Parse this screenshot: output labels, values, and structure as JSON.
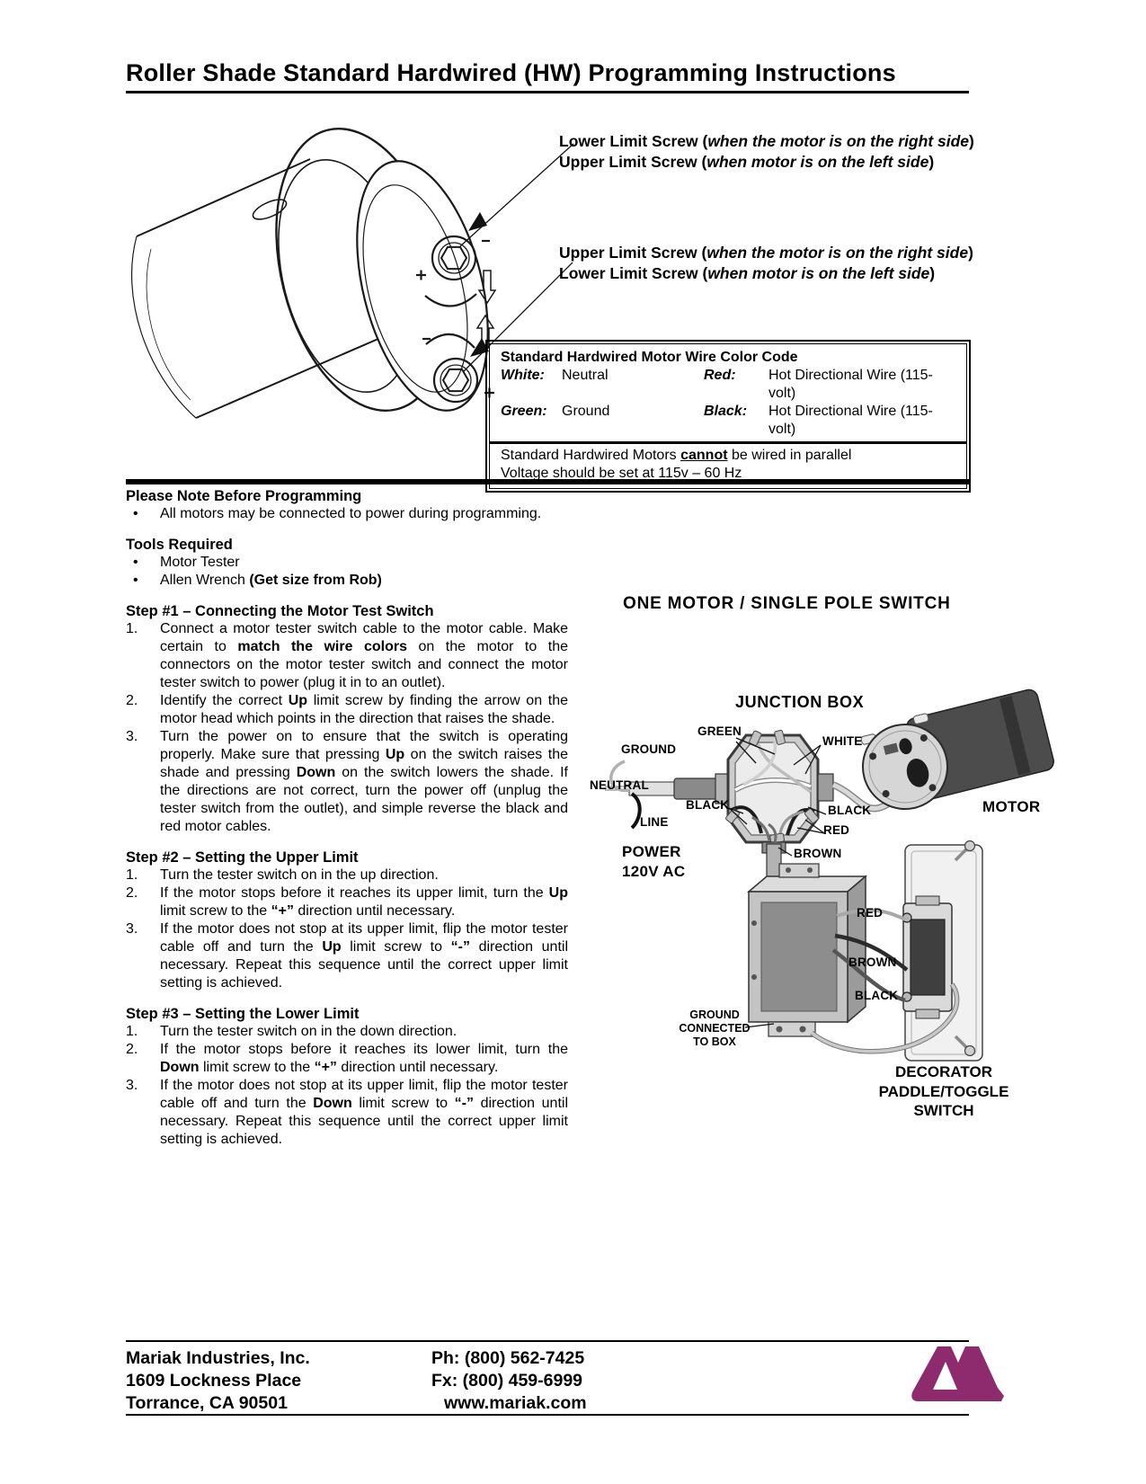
{
  "title": "Roller Shade Standard Hardwired (HW) Programming Instructions",
  "callouts": {
    "top_line1": "Lower Limit Screw (*when the motor is on the right side*)",
    "top_line2": "Upper Limit Screw (*when motor is on the left side*)",
    "bottom_line1": "Upper Limit Screw (*when the motor is on the right side*)",
    "bottom_line2": "Lower Limit Screw (*when motor is on the left side*)"
  },
  "color_code": {
    "title": "Standard Hardwired Motor Wire Color Code",
    "rows": [
      {
        "label1": "White:",
        "value1": "Neutral",
        "label2": "Red:",
        "value2": "Hot Directional Wire (115-volt)"
      },
      {
        "label1": "Green:",
        "value1": "Ground",
        "label2": "Black:",
        "value2": "Hot Directional Wire (115-volt)"
      }
    ],
    "note1": "Standard Hardwired Motors __cannot__ be wired in parallel",
    "note2": "Voltage should be set at 115v – 60 Hz"
  },
  "sections": {
    "note": {
      "heading": "Please Note Before Programming",
      "items": [
        "All motors may be connected to power during programming."
      ]
    },
    "tools": {
      "heading": "Tools Required",
      "items": [
        "Motor Tester",
        "Allen Wrench **(Get size from Rob)**"
      ]
    },
    "step1": {
      "heading": "Step #1 – Connecting the Motor Test Switch",
      "items": [
        "Connect a motor tester switch cable to the motor cable.  Make certain to **match the wire colors** on the motor to the connectors on the motor tester switch and connect the motor tester switch to power (plug it in to an outlet).",
        "Identify the correct **Up** limit screw by finding the arrow on the motor head which points in the direction that raises the shade.",
        "Turn the power on to ensure that the switch is operating properly.  Make sure that pressing **Up** on the switch raises the shade and pressing **Down** on the switch lowers the shade.  If the directions are not correct, turn the power off (unplug the tester switch from the outlet), and simple reverse the black and red motor cables."
      ]
    },
    "step2": {
      "heading": "Step #2 – Setting the Upper Limit",
      "items": [
        "Turn the tester switch on in the up direction.",
        "If the motor stops before it reaches its upper limit, turn the **Up** limit screw to the **“+”** direction until necessary.",
        "If the motor does not stop at its upper limit, flip the motor tester cable off and turn the **Up** limit screw to **“-”** direction until necessary.  Repeat this sequence until the correct upper limit setting is achieved."
      ]
    },
    "step3": {
      "heading": "Step #3 – Setting the Lower Limit",
      "items": [
        "Turn the tester switch on in the down direction.",
        "If the motor stops before it reaches its lower limit, turn the **Down** limit screw to the **“+”** direction until necessary.",
        "If the motor does not stop at its upper limit, flip the motor tester cable off and turn the **Down** limit screw to **“-”** direction until necessary.  Repeat this sequence until the correct upper limit setting is achieved."
      ]
    }
  },
  "diagram": {
    "title": "ONE MOTOR / SINGLE POLE SWITCH",
    "junction_box": "JUNCTION BOX",
    "labels": {
      "green": "GREEN",
      "ground": "GROUND",
      "white": "WHITE",
      "neutral": "NEUTRAL",
      "black_left": "BLACK",
      "line": "LINE",
      "black_right": "BLACK",
      "red_right": "RED",
      "brown_top": "BROWN",
      "power_line1": "POWER",
      "power_line2": "120V AC",
      "motor": "MOTOR",
      "red_switch": "RED",
      "brown_switch": "BROWN",
      "black_switch": "BLACK",
      "ground_note": "GROUND\nCONNECTED\nTO BOX",
      "switch_caption": "DECORATOR\nPADDLE/TOGGLE\nSWITCH"
    }
  },
  "footer": {
    "company": "Mariak Industries, Inc.",
    "address_line1": "1609 Lockness Place",
    "address_line2": "Torrance, CA 90501",
    "phone": "Ph:  (800) 562-7425",
    "fax": "Fx:  (800) 459-6999",
    "website": "www.mariak.com",
    "logo_color": "#8e2b6e"
  }
}
